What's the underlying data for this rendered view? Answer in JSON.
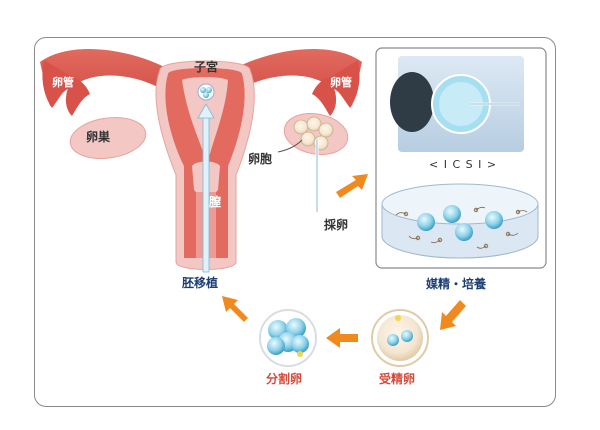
{
  "labels": {
    "uterus": "子宮",
    "tube_left": "卵管",
    "tube_right": "卵管",
    "ovary": "卵巣",
    "follicle": "卵胞",
    "vagina": "膣",
    "retrieval": "採卵",
    "transfer": "胚移植",
    "icsi": "< I C S I >",
    "culture": "媒精・培養",
    "fertilized": "受精卵",
    "cleavage": "分割卵"
  },
  "colors": {
    "organ_pink": "#f3c7c3",
    "organ_red": "#e06a5c",
    "tube_red": "#d9524a",
    "arrow_orange": "#f08a1e",
    "cell_blue": "#8fd3ea",
    "panel_blue": "#c8dcec"
  }
}
